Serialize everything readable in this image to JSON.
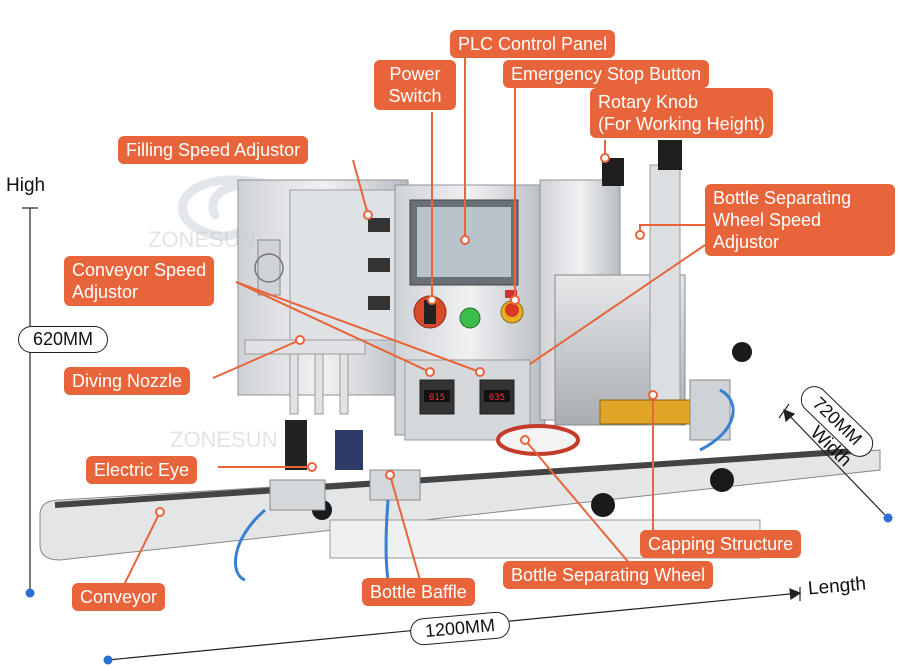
{
  "labels": {
    "plc_control_panel": "PLC Control Panel",
    "power_switch_line1": "Power",
    "power_switch_line2": "Switch",
    "emergency_stop": "Emergency Stop Button",
    "rotary_knob_line1": "Rotary Knob",
    "rotary_knob_line2": "(For Working Height)",
    "filling_speed": "Filling Speed Adjustor",
    "bottle_sep_speed_line1": "Bottle Separating",
    "bottle_sep_speed_line2": "Wheel Speed",
    "bottle_sep_speed_line3": "Adjustor",
    "conveyor_speed_line1": "Conveyor Speed",
    "conveyor_speed_line2": "Adjustor",
    "diving_nozzle": "Diving Nozzle",
    "electric_eye": "Electric Eye",
    "capping_structure": "Capping Structure",
    "conveyor": "Conveyor",
    "bottle_baffle": "Bottle Baffle",
    "bottle_sep_wheel": "Bottle Separating Wheel"
  },
  "dimensions": {
    "high_label": "High",
    "height_value": "620MM",
    "width_value": "720MM",
    "width_label": "Width",
    "length_label": "Length",
    "length_value": "1200MM"
  },
  "panel": {
    "display_left": "015",
    "display_right": "035"
  },
  "watermark": "ZONESUN",
  "colors": {
    "label_bg": "#e8643a",
    "label_text": "#ffffff",
    "dot": "#2a6fd6"
  }
}
